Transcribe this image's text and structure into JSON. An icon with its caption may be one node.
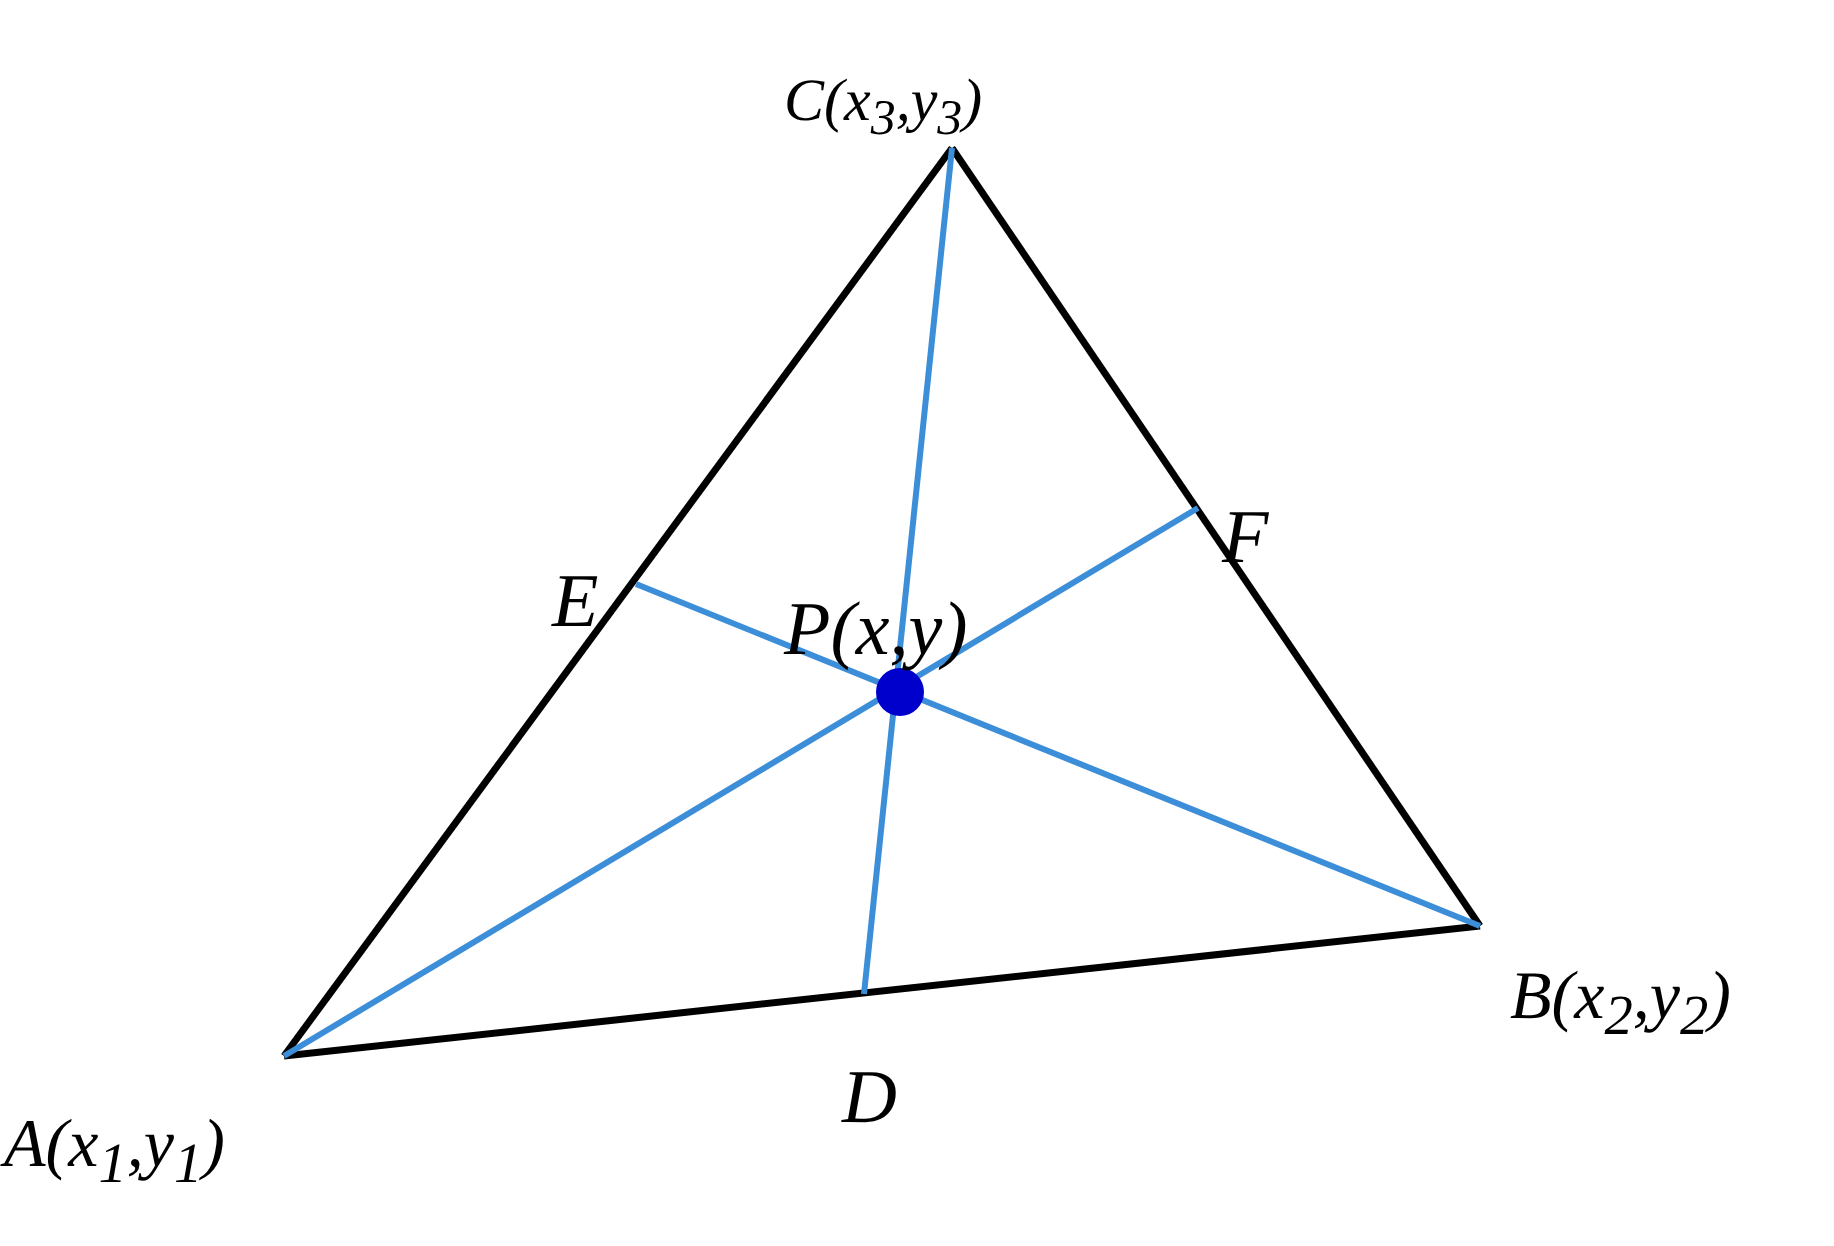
{
  "diagram": {
    "nodes": [
      {
        "text": [
          "C(x$_{3}$,y$_{3}$)"
        ]
      },
      {
        "text": [
          "E"
        ]
      },
      {
        "text": [
          "F"
        ]
      },
      {
        "text": [
          "P(x,y)"
        ]
      },
      {
        "text": [
          "B(x$_{2}$,y$_{2}$)"
        ]
      },
      {
        "text": [
          "D"
        ]
      },
      {
        "text": [
          "A(x$_{1}$,y$_{1}$)"
        ]
      }
    ],
    "edges": [
      {
        "from": 6,
        "to": 0,
        "arrow": "none"
      },
      {
        "from": 0,
        "to": 4,
        "arrow": "none"
      },
      {
        "from": 6,
        "to": 4,
        "arrow": "none"
      },
      {
        "from": 0,
        "to": 5,
        "arrow": "none",
        "color": "#3d8ed8"
      },
      {
        "from": 6,
        "to": 2,
        "arrow": "none",
        "color": "#3d8ed8"
      },
      {
        "from": 4,
        "to": 1,
        "arrow": "none",
        "color": "#3d8ed8"
      }
    ]
  }
}
